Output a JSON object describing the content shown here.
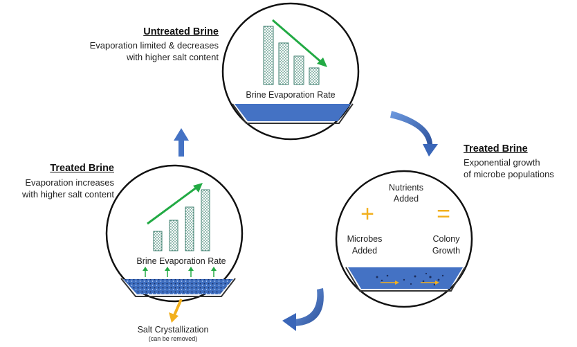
{
  "untreated": {
    "title": "Untreated Brine",
    "line1": "Evaporation limited & decreases",
    "line2": "with higher salt content",
    "chart_label": "Brine Evaporation Rate"
  },
  "treated_right": {
    "title": "Treated Brine",
    "line1": "Exponential growth",
    "line2": "of microbe populations",
    "nutrients_line1": "Nutrients",
    "nutrients_line2": "Added",
    "microbes_line1": "Microbes",
    "microbes_line2": "Added",
    "colony_line1": "Colony",
    "colony_line2": "Growth",
    "plus": "+",
    "equals": "="
  },
  "treated_left": {
    "title": "Treated Brine",
    "line1": "Evaporation increases",
    "line2": "with higher salt content",
    "chart_label": "Brine Evaporation Rate",
    "salt_line1": "Salt Crystallization",
    "salt_line2": "(can be removed)"
  },
  "colors": {
    "water": "#4472c4",
    "arrow_blue": "#4472c4",
    "trend_green": "#22aa44",
    "accent_yellow": "#f2b01e",
    "bar_fill": "#b8d8cf"
  }
}
